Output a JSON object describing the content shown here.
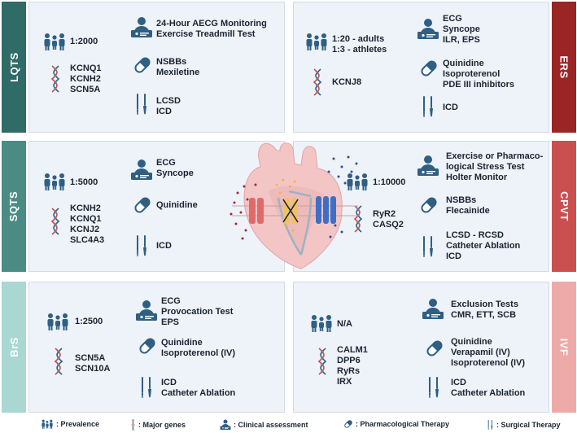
{
  "panels": [
    {
      "key": "lqts",
      "tab": "LQTS",
      "tab_color": "#2f6b67",
      "side": "left",
      "prevalence": [
        "1:2000"
      ],
      "genes": [
        "KCNQ1",
        "KCNH2",
        "SCN5A"
      ],
      "clinical": [
        "24-Hour AECG Monitoring",
        "Exercise Treadmill Test"
      ],
      "pharma": [
        "NSBBs",
        "Mexiletine"
      ],
      "surgical": [
        "LCSD",
        "ICD"
      ]
    },
    {
      "key": "ers",
      "tab": "ERS",
      "tab_color": "#9b2424",
      "side": "right",
      "prevalence": [
        "1:20 - adults",
        "1:3 - athletes"
      ],
      "genes": [
        "KCNJ8"
      ],
      "clinical": [
        "ECG",
        "Syncope",
        "ILR, EPS"
      ],
      "pharma": [
        "Quinidine",
        "Isoproterenol",
        "PDE III inhibitors"
      ],
      "surgical": [
        "ICD"
      ]
    },
    {
      "key": "sqts",
      "tab": "SQTS",
      "tab_color": "#4a8c83",
      "side": "left",
      "prevalence": [
        "1:5000"
      ],
      "genes": [
        "KCNH2",
        "KCNQ1",
        "KCNJ2",
        "SLC4A3"
      ],
      "clinical": [
        "ECG",
        "Syncope"
      ],
      "pharma": [
        "Quinidine"
      ],
      "surgical": [
        "ICD"
      ]
    },
    {
      "key": "cpvt",
      "tab": "CPVT",
      "tab_color": "#c9504f",
      "side": "right",
      "prevalence": [
        "1:10000"
      ],
      "genes": [
        "RyR2",
        "CASQ2"
      ],
      "clinical": [
        "Exercise or Pharmaco-",
        "logical Stress Test",
        "Holter Monitor"
      ],
      "pharma": [
        "NSBBs",
        "Flecainide"
      ],
      "surgical": [
        "LCSD - RCSD",
        "Catheter Ablation",
        "ICD"
      ]
    },
    {
      "key": "brs",
      "tab": "BrS",
      "tab_color": "#a9d8d3",
      "side": "left",
      "prevalence": [
        "1:2500"
      ],
      "genes": [
        "SCN5A",
        "SCN10A"
      ],
      "clinical": [
        "ECG",
        "Provocation Test",
        "EPS"
      ],
      "pharma": [
        "Quinidine",
        "Isoproterenol (IV)"
      ],
      "surgical": [
        "ICD",
        "Catheter Ablation"
      ]
    },
    {
      "key": "ivf",
      "tab": "IVF",
      "tab_color": "#eeaaa9",
      "side": "right",
      "prevalence": [
        "N/A"
      ],
      "genes": [
        "CALM1",
        "DPP6",
        "RyRs",
        "IRX"
      ],
      "clinical": [
        "Exclusion Tests",
        "CMR, ETT, SCB"
      ],
      "pharma": [
        "Quinidine",
        "Verapamil (IV)",
        "Isoproterenol (IV)"
      ],
      "surgical": [
        "ICD",
        "Catheter Ablation"
      ]
    }
  ],
  "legend": {
    "prevalence": ": Prevalence",
    "genes": ": Major genes",
    "clinical": ": Clinical assessment",
    "pharma": ": Pharmacological Therapy",
    "surgical": ": Surgical Therapy"
  },
  "colors": {
    "icon": "#2f5f82",
    "panel_bg": "#eef2f9",
    "channel_red": "#e06a6a",
    "channel_yellow": "#f2c35a",
    "channel_blue": "#3f6fc4",
    "heart": "#f2c6c6"
  },
  "icons": {
    "prevalence": "people-icon",
    "genes": "dna-icon",
    "clinical": "doctor-icon",
    "pharma": "capsule-icon",
    "surgical": "scalpel-icon"
  }
}
